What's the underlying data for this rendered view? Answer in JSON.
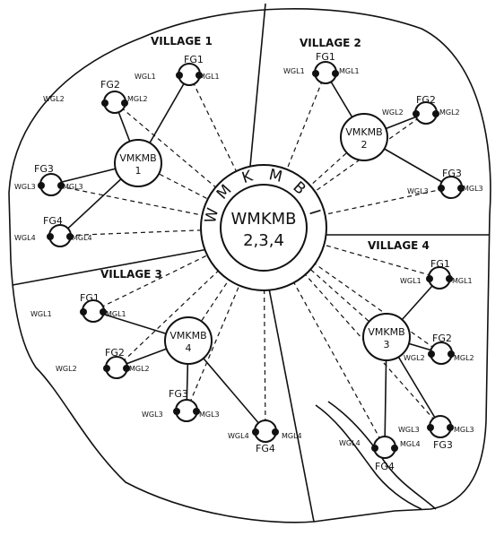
{
  "village_labels": [
    "VILLAGE 1",
    "VILLAGE 2",
    "VILLAGE 3",
    "VILLAGE 4"
  ],
  "center": {
    "ring_letters": [
      "W",
      "M",
      "K",
      "M",
      "B",
      "I"
    ],
    "inner_line1": "WMKMB",
    "inner_line2": "2,3,4"
  },
  "vmkmb": [
    {
      "line1": "VMKMB",
      "line2": "1"
    },
    {
      "line1": "VMKMB",
      "line2": "2"
    },
    {
      "line1": "VMKMB",
      "line2": "4"
    },
    {
      "line1": "VMKMB",
      "line2": "3"
    }
  ],
  "groups": [
    [
      {
        "fg": "FG1",
        "wgl": "WGL1",
        "mgl": "MGL1"
      },
      {
        "fg": "FG2",
        "wgl": "WGL2",
        "mgl": "MGL2"
      },
      {
        "fg": "FG3",
        "wgl": "WGL3",
        "mgl": "MGL3"
      },
      {
        "fg": "FG4",
        "wgl": "WGL4",
        "mgl": "MGL4"
      }
    ],
    [
      {
        "fg": "FG1",
        "wgl": "WGL1",
        "mgl": "MGL1"
      },
      {
        "fg": "FG2",
        "wgl": "WGL2",
        "mgl": "MGL2"
      },
      {
        "fg": "FG3",
        "wgl": "WGL3",
        "mgl": "MGL3"
      }
    ],
    [
      {
        "fg": "FG1",
        "wgl": "WGL1",
        "mgl": "MGL1"
      },
      {
        "fg": "FG2",
        "wgl": "WGL2",
        "mgl": "MGL2"
      },
      {
        "fg": "FG3",
        "wgl": "WGL3",
        "mgl": "MGL3"
      },
      {
        "fg": "FG4",
        "wgl": "WGL4",
        "mgl": "MGL4"
      }
    ],
    [
      {
        "fg": "FG1",
        "wgl": "WGL1",
        "mgl": "MGL1"
      },
      {
        "fg": "FG2",
        "wgl": "WGL2",
        "mgl": "MGL2"
      },
      {
        "fg": "FG3",
        "wgl": "WGL3",
        "mgl": "MGL3"
      },
      {
        "fg": "FG4",
        "wgl": "WGL4",
        "mgl": "MGL4"
      }
    ]
  ]
}
